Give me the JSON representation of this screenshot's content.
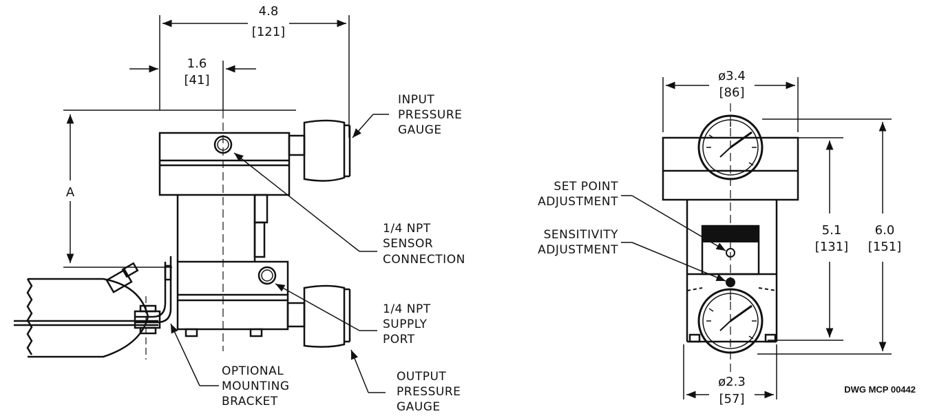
{
  "left_view": {
    "dims": {
      "overall_width": "4.8",
      "overall_width_mm": "[121]",
      "offset": "1.6",
      "offset_mm": "[41]",
      "height_label": "A"
    },
    "callouts": {
      "input_gauge": [
        "INPUT",
        "PRESSURE",
        "GAUGE"
      ],
      "sensor": [
        "1/4  NPT",
        "SENSOR",
        "CONNECTION"
      ],
      "supply": [
        "1/4  NPT",
        "SUPPLY",
        "PORT"
      ],
      "bracket": [
        "OPTIONAL",
        "MOUNTING",
        "BRACKET"
      ],
      "output_gauge": [
        "OUTPUT",
        "PRESSURE",
        "GAUGE"
      ]
    }
  },
  "right_view": {
    "dims": {
      "top_dia": "ø3.4",
      "top_dia_mm": "[86]",
      "bottom_dia": "ø2.3",
      "bottom_dia_mm": "[57]",
      "inner_height": "5.1",
      "inner_height_mm": "[131]",
      "overall_height": "6.0",
      "overall_height_mm": "[151]"
    },
    "callouts": {
      "set_point": [
        "SET POINT",
        "ADJUSTMENT"
      ],
      "sensitivity": [
        "SENSITIVITY",
        "ADJUSTMENT"
      ]
    }
  },
  "drawing_number": "DWG MCP 00442"
}
